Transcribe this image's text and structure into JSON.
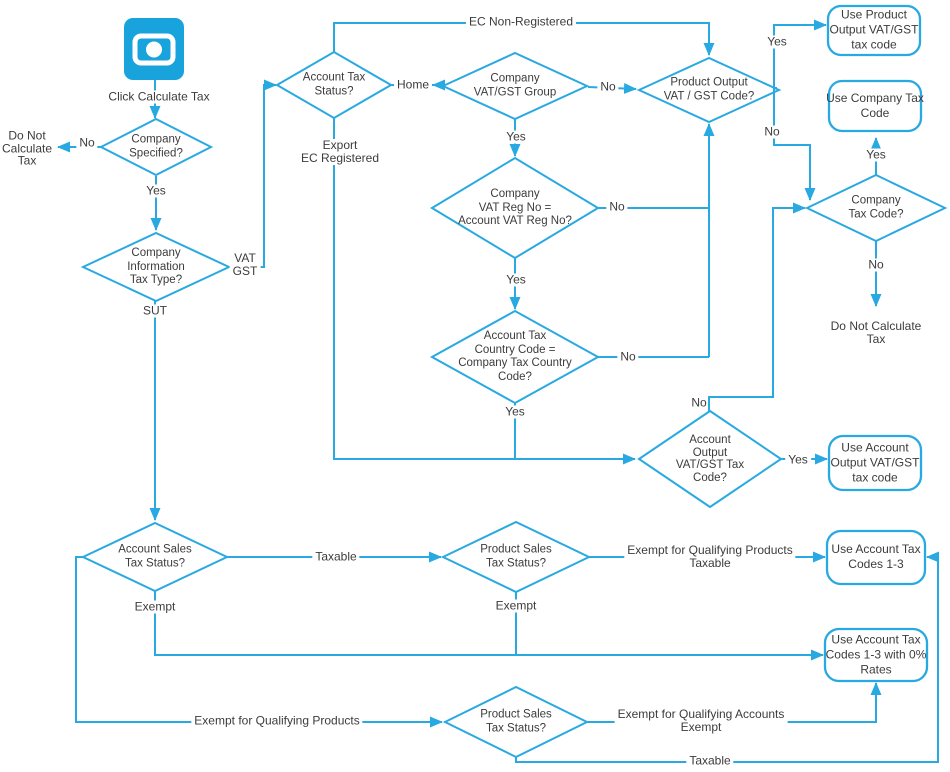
{
  "colors": {
    "line_blue": "#29A9E1",
    "icon_blue": "#18A3DC",
    "text": "#3C3C3C"
  },
  "labels": {
    "click_calculate_tax": "Click Calculate Tax"
  },
  "edge_labels": {
    "yes": "Yes",
    "no": "No",
    "taxable": "Taxable",
    "exempt": "Exempt",
    "vat": "VAT",
    "gst": "GST",
    "sut": "SUT",
    "home": "Home",
    "ec_non_registered": "EC Non-Registered",
    "export": "Export",
    "ec_registered": "EC Registered",
    "exempt_qualifying_products": "Exempt for Qualifying Products",
    "exempt_qualifying_accounts": "Exempt for Qualifying Accounts"
  },
  "decisions": {
    "company_specified": [
      "Company",
      "Specified?"
    ],
    "company_info_tax_type": [
      "Company",
      "Information",
      "Tax Type?"
    ],
    "account_tax_status": [
      "Account Tax",
      "Status?"
    ],
    "company_vat_gst_group": [
      "Company",
      "VAT/GST Group"
    ],
    "product_output_code": [
      "Product Output",
      "VAT / GST Code?"
    ],
    "company_vat_reg": [
      "Company",
      "VAT Reg No =",
      "Account VAT Reg No?"
    ],
    "account_tax_country": [
      "Account Tax",
      "Country Code =",
      "Company Tax Country",
      "Code?"
    ],
    "company_tax_code": [
      "Company",
      "Tax Code?"
    ],
    "account_output_code": [
      "Account",
      "Output",
      "VAT/GST Tax",
      "Code?"
    ],
    "account_sales_tax_status": [
      "Account Sales",
      "Tax Status?"
    ],
    "product_sales_tax_status_1": [
      "Product Sales",
      "Tax Status?"
    ],
    "product_sales_tax_status_2": [
      "Product Sales",
      "Tax Status?"
    ]
  },
  "terminals": {
    "use_product_output": [
      "Use Product",
      "Output VAT/GST",
      "tax code"
    ],
    "use_company_tax_code": [
      "Use Company Tax",
      "Code"
    ],
    "use_account_output": [
      "Use Account",
      "Output VAT/GST",
      "tax code"
    ],
    "use_account_tax_codes": [
      "Use Account Tax",
      "Codes 1-3"
    ],
    "use_account_tax_codes_zero": [
      "Use Account Tax",
      "Codes 1-3 with 0%",
      "Rates"
    ],
    "do_not_calculate_left": [
      "Do Not",
      "Calculate",
      "Tax"
    ],
    "do_not_calculate_right": [
      "Do Not Calculate",
      "Tax"
    ]
  }
}
